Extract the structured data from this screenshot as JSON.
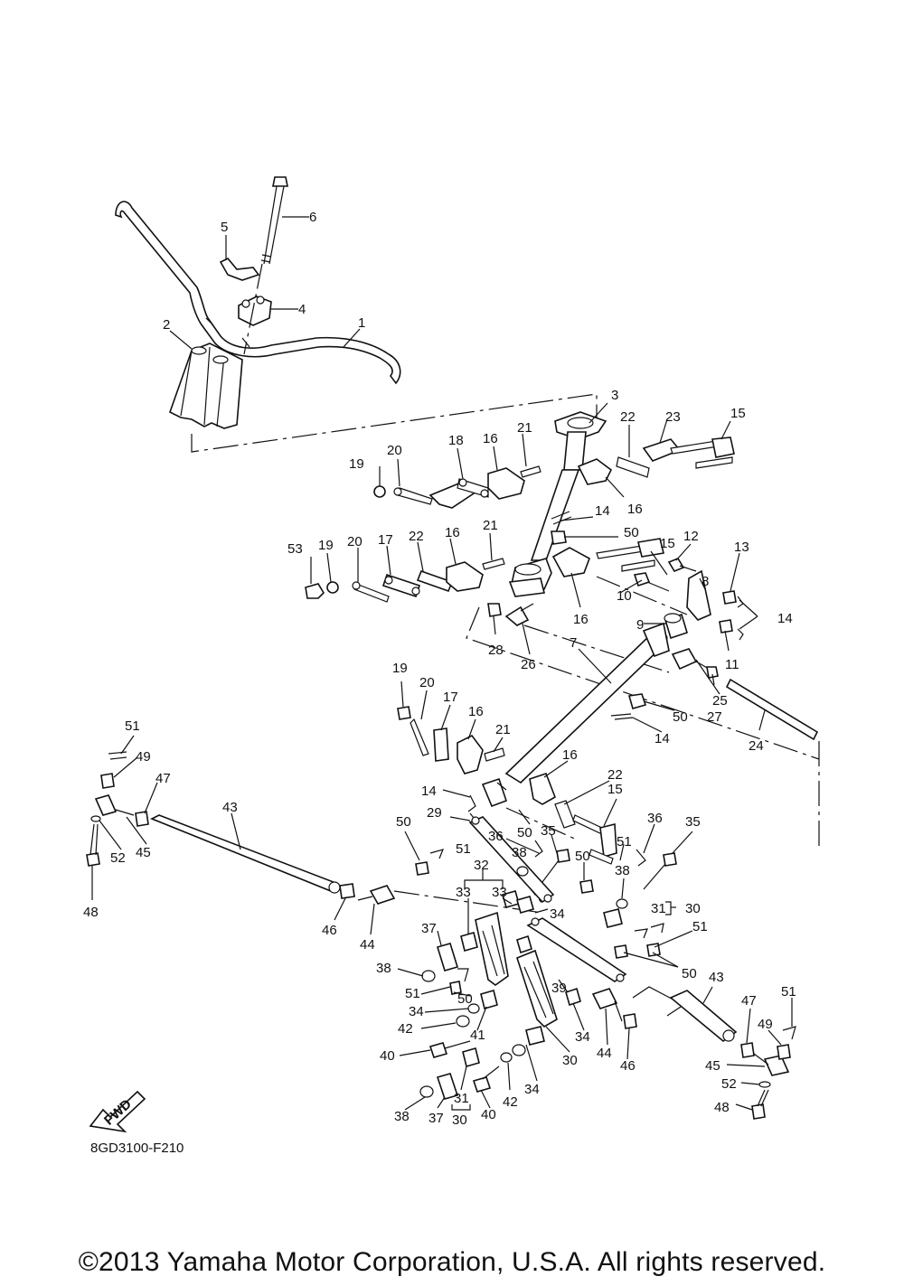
{
  "figure_code": "8GD3100-F210",
  "fwd_label": "FWD",
  "copyright": "©2013 Yamaha Motor Corporation, U.S.A. All rights reserved.",
  "callouts": [
    "1",
    "2",
    "3",
    "4",
    "5",
    "6",
    "7",
    "8",
    "9",
    "10",
    "11",
    "12",
    "13",
    "14",
    "15",
    "16",
    "17",
    "18",
    "19",
    "20",
    "21",
    "22",
    "23",
    "24",
    "25",
    "26",
    "27",
    "28",
    "29",
    "30",
    "31",
    "32",
    "33",
    "34",
    "35",
    "36",
    "37",
    "38",
    "39",
    "40",
    "41",
    "42",
    "43",
    "44",
    "45",
    "46",
    "47",
    "48",
    "49",
    "50",
    "51",
    "52",
    "53"
  ]
}
